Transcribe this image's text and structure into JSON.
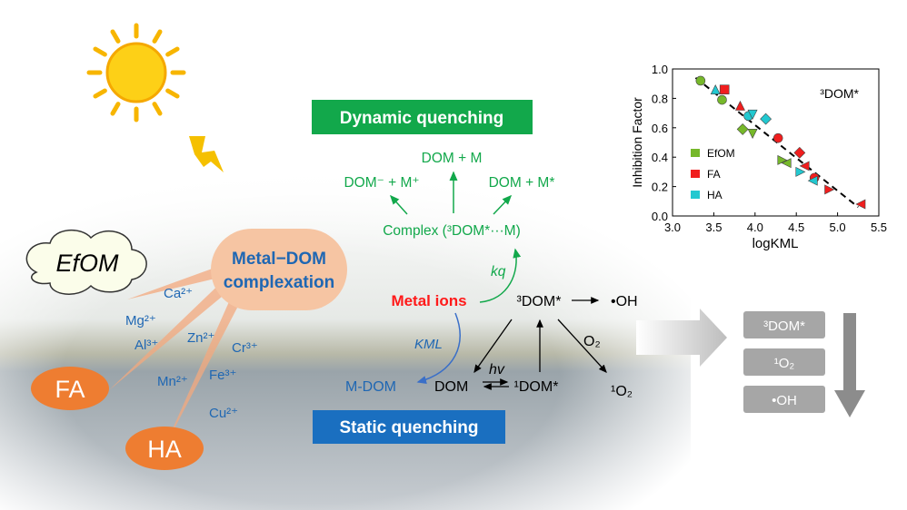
{
  "colors": {
    "dynamic": "#12a84b",
    "static": "#1a6fc0",
    "metal": "#ff1a1a",
    "ion_text": "#1f67b3",
    "complexation_fill": "#f6c5a3",
    "ellipse_orange": "#ee7d31",
    "box_gray": "#a6a6a6"
  },
  "left": {
    "efom": "EfOM",
    "fa": "FA",
    "ha": "HA",
    "complexation_line1": "Metal−DOM",
    "complexation_line2": "complexation",
    "ions": [
      "Ca²⁺",
      "Mg²⁺",
      "Al³⁺",
      "Zn²⁺",
      "Cr³⁺",
      "Mn²⁺",
      "Fe³⁺",
      "Cu²⁺"
    ]
  },
  "center": {
    "dynamic_label": "Dynamic quenching",
    "static_label": "Static quenching",
    "dom_m": "DOM + M",
    "dom_minus": "DOM⁻ + M⁺",
    "dom_mstar": "DOM + M*",
    "complex": "Complex (³DOM*···M)",
    "kq": "kq",
    "metal_ions": "Metal ions",
    "triplet": "³DOM*",
    "oh": "•OH",
    "kml": "KML",
    "o2": "O₂",
    "mdom": "M-DOM",
    "dom": "DOM",
    "hv": "hv",
    "singlet": "¹DOM*",
    "singlet_o2": "¹O₂"
  },
  "right_boxes": [
    "³DOM*",
    "¹O₂",
    "•OH"
  ],
  "chart_data": {
    "type": "scatter",
    "title": "³DOM*",
    "xlabel": "logKML",
    "ylabel": "Inhibition Factor",
    "xlim": [
      3.0,
      5.5
    ],
    "ylim": [
      0.0,
      1.0
    ],
    "xticks": [
      "3.0",
      "3.5",
      "4.0",
      "4.5",
      "5.0",
      "5.5"
    ],
    "yticks": [
      "0.0",
      "0.2",
      "0.4",
      "0.6",
      "0.8",
      "1.0"
    ],
    "legend_position": "left",
    "fit_line": {
      "style": "dashed",
      "x": [
        3.28,
        5.25
      ],
      "y": [
        0.94,
        0.06
      ]
    },
    "series": [
      {
        "name": "EfOM",
        "color": "#76b82a",
        "points": [
          {
            "x": 3.34,
            "y": 0.92,
            "marker": "circle"
          },
          {
            "x": 3.6,
            "y": 0.79,
            "marker": "circle"
          },
          {
            "x": 3.85,
            "y": 0.59,
            "marker": "diamond"
          },
          {
            "x": 3.97,
            "y": 0.56,
            "marker": "down"
          },
          {
            "x": 4.33,
            "y": 0.38,
            "marker": "right"
          },
          {
            "x": 4.38,
            "y": 0.36,
            "marker": "left"
          }
        ]
      },
      {
        "name": "FA",
        "color": "#f01e1e",
        "points": [
          {
            "x": 3.63,
            "y": 0.86,
            "marker": "square"
          },
          {
            "x": 3.82,
            "y": 0.75,
            "marker": "up"
          },
          {
            "x": 4.28,
            "y": 0.53,
            "marker": "circle"
          },
          {
            "x": 4.54,
            "y": 0.43,
            "marker": "diamond"
          },
          {
            "x": 4.6,
            "y": 0.34,
            "marker": "left"
          },
          {
            "x": 4.72,
            "y": 0.26,
            "marker": "circle"
          },
          {
            "x": 4.9,
            "y": 0.18,
            "marker": "right"
          },
          {
            "x": 5.28,
            "y": 0.08,
            "marker": "left"
          }
        ]
      },
      {
        "name": "HA",
        "color": "#22c8d0",
        "points": [
          {
            "x": 3.52,
            "y": 0.86,
            "marker": "up"
          },
          {
            "x": 3.92,
            "y": 0.68,
            "marker": "circle"
          },
          {
            "x": 3.97,
            "y": 0.69,
            "marker": "down"
          },
          {
            "x": 4.13,
            "y": 0.66,
            "marker": "diamond"
          },
          {
            "x": 4.55,
            "y": 0.3,
            "marker": "right"
          },
          {
            "x": 4.7,
            "y": 0.24,
            "marker": "left"
          }
        ]
      }
    ]
  }
}
